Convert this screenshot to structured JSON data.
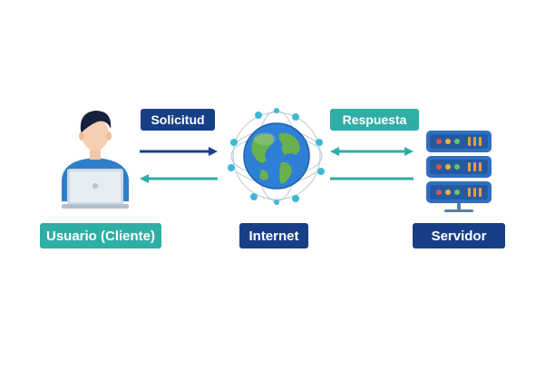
{
  "labels": {
    "request": "Solicitud",
    "response": "Respuesta",
    "client": "Usuario (Cliente)",
    "internet": "Internet",
    "server": "Servidor"
  },
  "colors": {
    "navy": "#173f86",
    "teal": "#2eaea4",
    "globe_ocean": "#2f7fd6",
    "globe_land": "#6ab04c",
    "server_body": "#2f6fbf",
    "person_shirt": "#2f7fc8",
    "node": "#3eb7d6"
  },
  "icons": {
    "client": "user-laptop-icon",
    "internet": "globe-network-icon",
    "server": "server-rack-icon"
  }
}
